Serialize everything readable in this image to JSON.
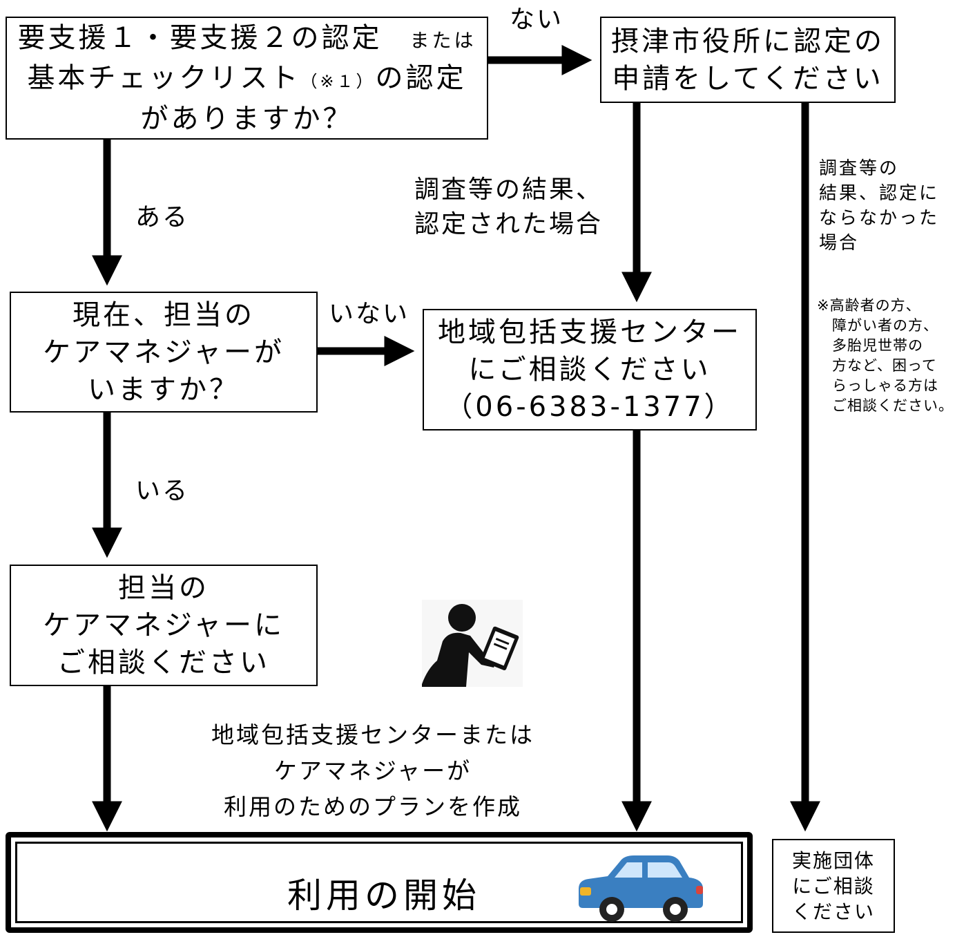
{
  "boxes": {
    "certification_question": {
      "line1_main": "要支援１・要支援２の認定",
      "line1_small": "または",
      "line2_main": "基本チェックリスト",
      "line2_note": "（※１）",
      "line2_end": "の認定",
      "line3": "がありますか？"
    },
    "apply_city_hall": {
      "line1": "摂津市役所に認定の",
      "line2": "申請をしてください"
    },
    "care_manager_question": {
      "line1": "現在、担当の",
      "line2": "ケアマネジャーが",
      "line3": "いますか？"
    },
    "consult_center": {
      "line1": "地域包括支援センター",
      "line2": "にご相談ください",
      "line3": "（06-6383-1377）"
    },
    "consult_care_manager": {
      "line1": "担当の",
      "line2": "ケアマネジャーに",
      "line3": "ご相談ください"
    },
    "start_use": {
      "label": "利用の開始"
    },
    "consult_org": {
      "line1": "実施団体",
      "line2": "にご相談",
      "line3": "ください"
    }
  },
  "labels": {
    "no_cert": "ない",
    "yes_cert": "ある",
    "no_manager": "いない",
    "has_manager": "いる",
    "certified": {
      "line1": "調査等の結果、",
      "line2": "認定された場合"
    },
    "not_certified": {
      "line1": "調査等の",
      "line2": "結果、認定に",
      "line3": "ならなかった",
      "line4": "場合"
    },
    "note": {
      "line1": "※高齢者の方、",
      "line2": "障がい者の方、",
      "line3": "多胎児世帯の",
      "line4": "方など、困って",
      "line5": "らっしゃる方は",
      "line6": "ご相談ください。"
    },
    "plan": {
      "line1": "地域包括支援センターまたは",
      "line2": "ケアマネジャーが",
      "line3": "利用のためのプランを作成"
    }
  },
  "icons": {
    "person": "person-writing-clipboard-icon",
    "car": "blue-car-icon"
  },
  "colors": {
    "line": "#000000",
    "car_body": "#3a7fc1",
    "car_light": "#f0b429",
    "car_tail": "#d9443b"
  }
}
